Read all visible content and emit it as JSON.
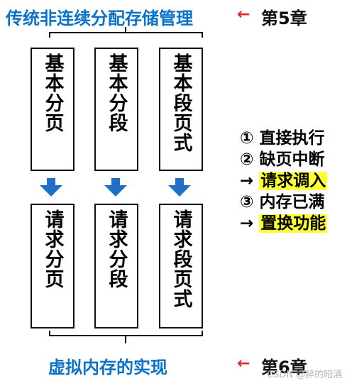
{
  "header": {
    "title": "传统非连续分配存储管理",
    "arrow": "←",
    "chapter": "第5章"
  },
  "top_boxes": [
    {
      "label": "基本分页"
    },
    {
      "label": "基本分段"
    },
    {
      "label": "基本段页式"
    }
  ],
  "bottom_boxes": [
    {
      "label": "请求分页"
    },
    {
      "label": "请求分段"
    },
    {
      "label": "请求段页式"
    }
  ],
  "side_list": [
    {
      "marker": "①",
      "text": "直接执行",
      "highlight": false
    },
    {
      "marker": "②",
      "text": "缺页中断",
      "highlight": false
    },
    {
      "marker": "→",
      "text": "请求调入",
      "highlight": true
    },
    {
      "marker": "③",
      "text": "内存已满",
      "highlight": false
    },
    {
      "marker": "→",
      "text": "置换功能",
      "highlight": true
    }
  ],
  "footer": {
    "title": "虚拟内存的实现",
    "arrow": "←",
    "chapter": "第6章"
  },
  "watermark": "CSDN @醉的昭酒",
  "colors": {
    "title_blue": "#0a72c9",
    "arrow_red": "#e8262b",
    "down_arrow_blue": "#1f6fc6",
    "highlight_yellow": "#ffff33"
  }
}
